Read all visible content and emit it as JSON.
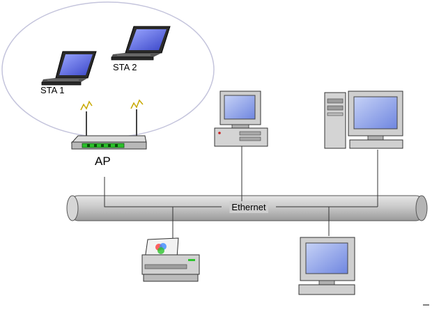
{
  "labels": {
    "sta1": "STA 1",
    "sta2": "STA 2",
    "ap": "AP",
    "ethernet": "Ethernet"
  },
  "icons": {
    "sta1": "laptop-icon",
    "sta2": "laptop-icon",
    "ap": "wireless-access-point-icon",
    "desktop": "desktop-computer-icon",
    "tower": "tower-computer-icon",
    "printer": "printer-icon",
    "terminal": "computer-terminal-icon"
  },
  "colors": {
    "wireless_zone": "#d8d8ec",
    "bus": "#c8c8c8",
    "screen": "#6a78e6",
    "device": "#c8c8c8",
    "led": "#29c229"
  }
}
